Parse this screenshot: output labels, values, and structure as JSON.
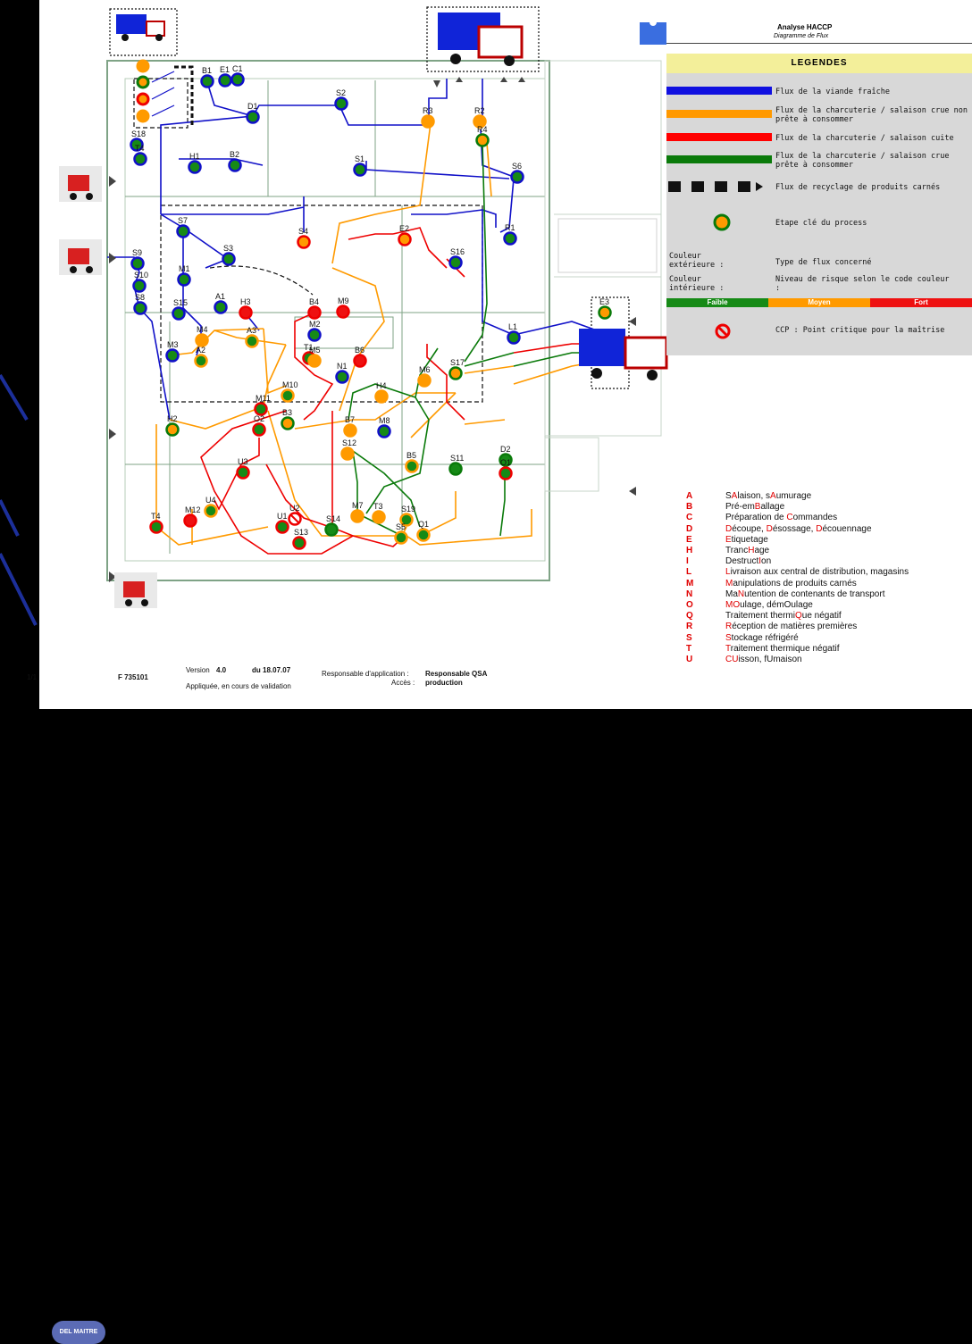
{
  "header": {
    "title": "Analyse HACCP",
    "subtitle": "Diagramme de Flux"
  },
  "legend": {
    "title": "LEGENDES",
    "flows": [
      {
        "color": "#1010e0",
        "label": "Flux de la viande fraîche"
      },
      {
        "color": "#ff9900",
        "label": "Flux de la charcuterie / salaison crue non prête à consommer"
      },
      {
        "color": "#ff0000",
        "label": "Flux de la charcuterie / salaison cuite"
      },
      {
        "color": "#0a7a0a",
        "label": "Flux de la charcuterie / salaison crue prête à consommer"
      }
    ],
    "recycling": "Flux de recyclage de produits carnés",
    "key_step": "Etape clé du process",
    "outer_color_label": "Couleur extérieure :",
    "outer_color_text": "Type de flux concerné",
    "inner_color_label": "Couleur intérieure :",
    "inner_color_text": "Niveau de risque selon le code couleur :",
    "risk_levels": [
      {
        "label": "Faible",
        "color": "#168a16"
      },
      {
        "label": "Moyen",
        "color": "#ff9a00"
      },
      {
        "label": "Fort",
        "color": "#ee1111"
      }
    ],
    "ccp": "CCP : Point critique pour la maîtrise"
  },
  "codes": [
    {
      "letter": "A",
      "parts": [
        [
          "S",
          ""
        ],
        [
          "A",
          "r"
        ],
        [
          "laison, s",
          ""
        ],
        [
          "A",
          "r"
        ],
        [
          "umurage",
          ""
        ]
      ]
    },
    {
      "letter": "B",
      "parts": [
        [
          "Pré-em",
          ""
        ],
        [
          "B",
          "r"
        ],
        [
          "allage",
          ""
        ]
      ]
    },
    {
      "letter": "C",
      "parts": [
        [
          "Préparation de ",
          ""
        ],
        [
          "C",
          "r"
        ],
        [
          "ommandes",
          ""
        ]
      ]
    },
    {
      "letter": "D",
      "parts": [
        [
          "D",
          "r"
        ],
        [
          "écoupe, ",
          ""
        ],
        [
          "D",
          "r"
        ],
        [
          "ésossage, ",
          ""
        ],
        [
          "D",
          "r"
        ],
        [
          "écouennage",
          ""
        ]
      ]
    },
    {
      "letter": "E",
      "parts": [
        [
          "E",
          "r"
        ],
        [
          "tiquetage",
          ""
        ]
      ]
    },
    {
      "letter": "H",
      "parts": [
        [
          "Tranc",
          ""
        ],
        [
          "H",
          "r"
        ],
        [
          "age",
          ""
        ]
      ]
    },
    {
      "letter": "I",
      "parts": [
        [
          "Destruct",
          ""
        ],
        [
          "I",
          "r"
        ],
        [
          "on",
          ""
        ]
      ]
    },
    {
      "letter": "L",
      "parts": [
        [
          "L",
          "r"
        ],
        [
          "ivraison aux central de distribution, magasins",
          ""
        ]
      ]
    },
    {
      "letter": "M",
      "parts": [
        [
          "M",
          "r"
        ],
        [
          "anipulations de produits carnés",
          ""
        ]
      ]
    },
    {
      "letter": "N",
      "parts": [
        [
          "Ma",
          ""
        ],
        [
          "N",
          "r"
        ],
        [
          "utention de contenants de transport",
          ""
        ]
      ]
    },
    {
      "letter": "O",
      "parts": [
        [
          "MO",
          "r"
        ],
        [
          "ulage, démOulage",
          ""
        ]
      ]
    },
    {
      "letter": "Q",
      "parts": [
        [
          "Traitement thermi",
          ""
        ],
        [
          "Q",
          "r"
        ],
        [
          "ue négatif",
          ""
        ]
      ]
    },
    {
      "letter": "R",
      "parts": [
        [
          "R",
          "r"
        ],
        [
          "éception de matières premières",
          ""
        ]
      ]
    },
    {
      "letter": "S",
      "parts": [
        [
          "S",
          "r"
        ],
        [
          "tockage réfrigéré",
          ""
        ]
      ]
    },
    {
      "letter": "T",
      "parts": [
        [
          "T",
          "r"
        ],
        [
          "raitement thermique négatif",
          ""
        ]
      ]
    },
    {
      "letter": "U",
      "parts": [
        [
          "CU",
          "r"
        ],
        [
          "isson, fUmaison",
          ""
        ]
      ]
    }
  ],
  "footer": {
    "page": "1/1",
    "logo": "DEL MAITRE",
    "doc_ref": "F 735101",
    "version_label": "Version",
    "version": "4.0",
    "date": "du 18.07.07",
    "status": "Appliquée, en cours de validation",
    "resp_label": "Responsable d'application :",
    "resp_value": "Responsable QSA",
    "access_label": "Accès :",
    "access_value": "production"
  },
  "nodes": [
    {
      "id": "B1",
      "outer": "blue",
      "inner": "green"
    },
    {
      "id": "E1",
      "outer": "blue",
      "inner": "green"
    },
    {
      "id": "C1",
      "outer": "blue",
      "inner": "green"
    },
    {
      "id": "D1",
      "outer": "blue",
      "inner": "green"
    },
    {
      "id": "S2",
      "outer": "blue",
      "inner": "green"
    },
    {
      "id": "R3",
      "outer": "orange",
      "inner": "orange"
    },
    {
      "id": "R2",
      "outer": "orange",
      "inner": "orange"
    },
    {
      "id": "R4",
      "outer": "green",
      "inner": "orange"
    },
    {
      "id": "S18",
      "outer": "blue",
      "inner": "green"
    },
    {
      "id": "T4",
      "outer": "blue",
      "inner": "green"
    },
    {
      "id": "H1",
      "outer": "blue",
      "inner": "green"
    },
    {
      "id": "B2",
      "outer": "blue",
      "inner": "green"
    },
    {
      "id": "S1",
      "outer": "blue",
      "inner": "green"
    },
    {
      "id": "S6",
      "outer": "blue",
      "inner": "green"
    },
    {
      "id": "S7",
      "outer": "blue",
      "inner": "green"
    },
    {
      "id": "S3",
      "outer": "blue",
      "inner": "green"
    },
    {
      "id": "S4",
      "outer": "red",
      "inner": "orange"
    },
    {
      "id": "E2",
      "outer": "red",
      "inner": "orange"
    },
    {
      "id": "S16",
      "outer": "blue",
      "inner": "green"
    },
    {
      "id": "R1",
      "outer": "blue",
      "inner": "green"
    },
    {
      "id": "S9",
      "outer": "blue",
      "inner": "green"
    },
    {
      "id": "S10",
      "outer": "blue",
      "inner": "green"
    },
    {
      "id": "S8",
      "outer": "blue",
      "inner": "green"
    },
    {
      "id": "M1",
      "outer": "blue",
      "inner": "green"
    },
    {
      "id": "S15",
      "outer": "blue",
      "inner": "green"
    },
    {
      "id": "A1",
      "outer": "blue",
      "inner": "green"
    },
    {
      "id": "H3",
      "outer": "red",
      "inner": "red"
    },
    {
      "id": "B4",
      "outer": "red",
      "inner": "red"
    },
    {
      "id": "M9",
      "outer": "red",
      "inner": "red"
    },
    {
      "id": "M2",
      "outer": "blue",
      "inner": "green"
    },
    {
      "id": "M4",
      "outer": "orange",
      "inner": "orange"
    },
    {
      "id": "M3",
      "outer": "blue",
      "inner": "green"
    },
    {
      "id": "A2",
      "outer": "orange",
      "inner": "green"
    },
    {
      "id": "A3",
      "outer": "orange",
      "inner": "green"
    },
    {
      "id": "T1",
      "outer": "red",
      "inner": "green"
    },
    {
      "id": "M5",
      "outer": "orange",
      "inner": "orange"
    },
    {
      "id": "B6",
      "outer": "red",
      "inner": "red"
    },
    {
      "id": "N1",
      "outer": "blue",
      "inner": "green"
    },
    {
      "id": "L1",
      "outer": "blue",
      "inner": "green"
    },
    {
      "id": "E3",
      "outer": "green",
      "inner": "orange"
    },
    {
      "id": "S17",
      "outer": "green",
      "inner": "orange"
    },
    {
      "id": "M6",
      "outer": "orange",
      "inner": "orange"
    },
    {
      "id": "M10",
      "outer": "orange",
      "inner": "green"
    },
    {
      "id": "M11",
      "outer": "red",
      "inner": "green"
    },
    {
      "id": "O2",
      "outer": "red",
      "inner": "green"
    },
    {
      "id": "B3",
      "outer": "green",
      "inner": "orange"
    },
    {
      "id": "B7",
      "outer": "orange",
      "inner": "orange"
    },
    {
      "id": "H4",
      "outer": "orange",
      "inner": "orange"
    },
    {
      "id": "M8",
      "outer": "blue",
      "inner": "green"
    },
    {
      "id": "H2",
      "outer": "green",
      "inner": "orange"
    },
    {
      "id": "S12",
      "outer": "orange",
      "inner": "orange"
    },
    {
      "id": "B5",
      "outer": "orange",
      "inner": "green"
    },
    {
      "id": "S11",
      "outer": "green",
      "inner": "green"
    },
    {
      "id": "D2",
      "outer": "green",
      "inner": "green"
    },
    {
      "id": "O1",
      "outer": "red",
      "inner": "green"
    },
    {
      "id": "U3",
      "outer": "red",
      "inner": "green"
    },
    {
      "id": "U4",
      "outer": "orange",
      "inner": "green"
    },
    {
      "id": "M12",
      "outer": "red",
      "inner": "red"
    },
    {
      "id": "U1",
      "outer": "red",
      "inner": "green"
    },
    {
      "id": "U2",
      "outer": "red",
      "inner": "ccp"
    },
    {
      "id": "S13",
      "outer": "red",
      "inner": "green"
    },
    {
      "id": "S14",
      "outer": "green",
      "inner": "green"
    },
    {
      "id": "M7",
      "outer": "orange",
      "inner": "orange"
    },
    {
      "id": "T3",
      "outer": "orange",
      "inner": "orange"
    },
    {
      "id": "S19",
      "outer": "orange",
      "inner": "green"
    },
    {
      "id": "S5",
      "outer": "orange",
      "inner": "green"
    },
    {
      "id": "Q1",
      "outer": "orange",
      "inner": "green"
    },
    {
      "id": "T4",
      "outer": "red",
      "inner": "green"
    }
  ]
}
